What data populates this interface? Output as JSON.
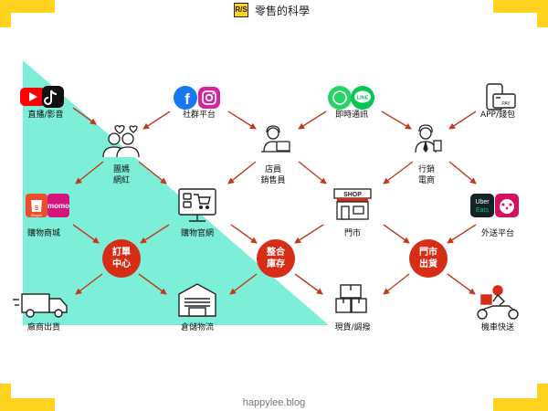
{
  "header": {
    "logo_text": "R/S",
    "brand": "零售的科學"
  },
  "footer": {
    "site": "happylee.blog"
  },
  "colors": {
    "accent": "#ffd21f",
    "hub": "#d62d16",
    "arrow": "#c0391b",
    "highlight": "#7deed8"
  },
  "nodes": {
    "livestream": "直播/影音",
    "social": "社群平台",
    "messaging": "即時通訊",
    "app_wallet": "APP/錢包",
    "group_buyer_1": "團媽",
    "group_buyer_2": "網紅",
    "clerk_1": "店員",
    "clerk_2": "銷售員",
    "marketing_1": "行銷",
    "marketing_2": "電商",
    "shopping_mall": "購物商城",
    "official_site": "購物官網",
    "store": "門市",
    "delivery_platform": "外送平台",
    "manufacturer": "廠商出貨",
    "warehouse": "倉儲物流",
    "stock_transfer": "現貨/調撥",
    "scooter": "機車快送"
  },
  "hubs": {
    "order_center_1": "訂單",
    "order_center_2": "中心",
    "inventory_1": "整合",
    "inventory_2": "庫存",
    "store_ship_1": "門市",
    "store_ship_2": "出貨"
  },
  "icons": {
    "shop_sign": "SHOP",
    "ubereats_1": "Uber",
    "ubereats_2": "Eats",
    "line": "LINE",
    "pay": "PAY",
    "shopee": "Shopee",
    "momo": "momo"
  }
}
